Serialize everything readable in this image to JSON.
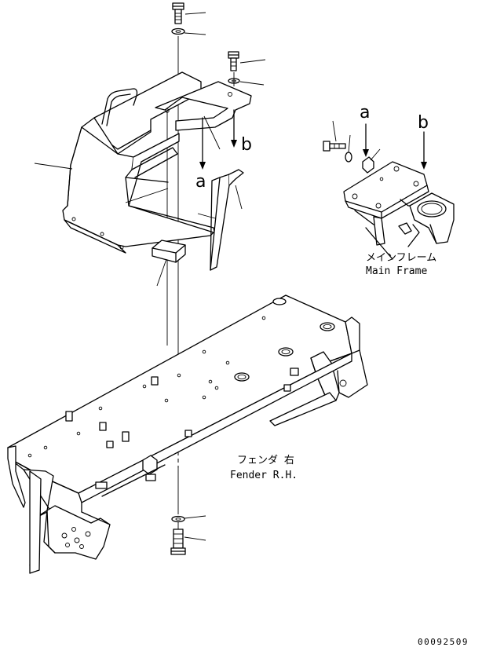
{
  "labels": {
    "main_frame_jp": "メインフレーム",
    "main_frame_en": "Main Frame",
    "fender_jp": "フェンダ 右",
    "fender_en": "Fender R.H.",
    "ref_a": "a",
    "ref_b": "b",
    "drawing_number": "00092509"
  }
}
